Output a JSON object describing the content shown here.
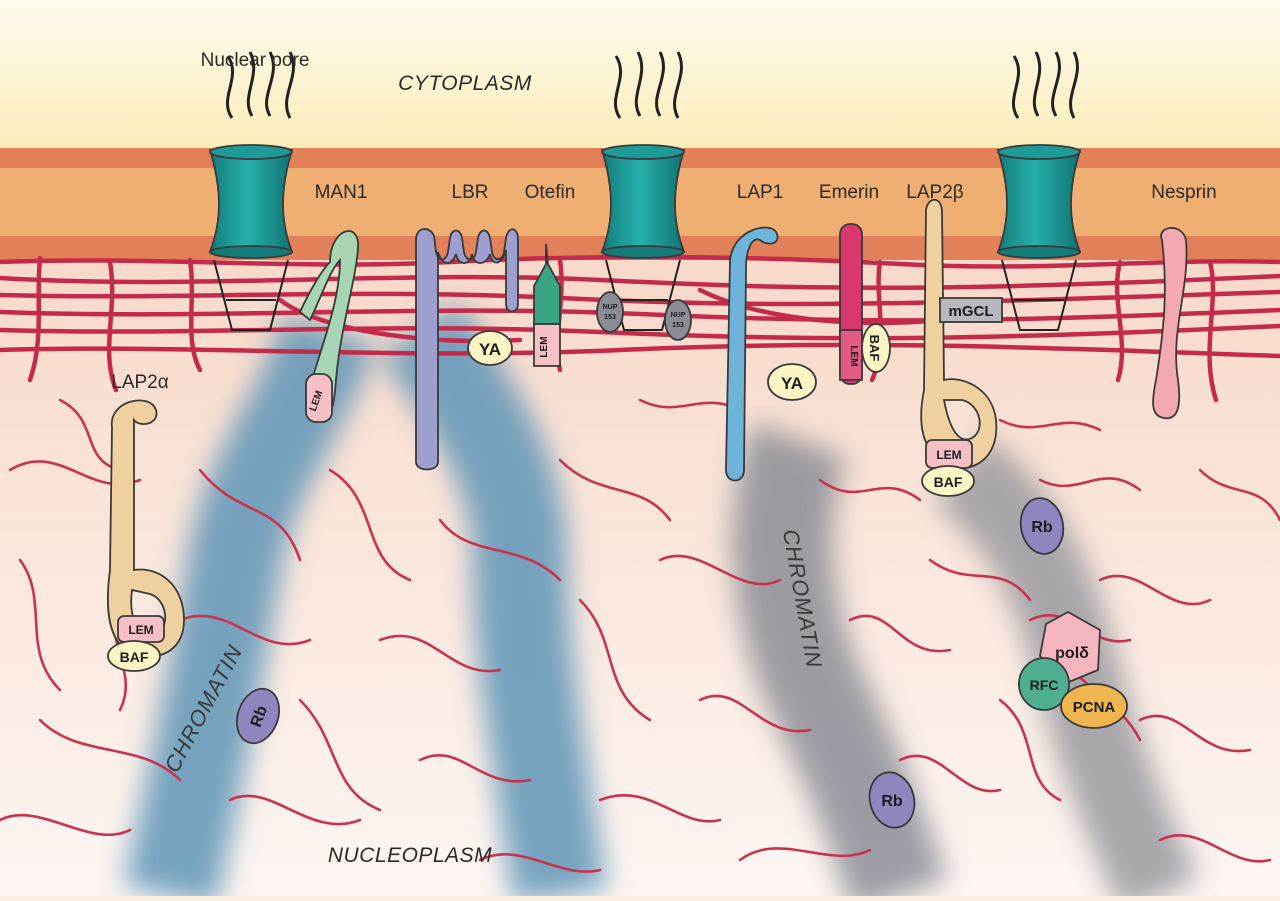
{
  "regions": {
    "cytoplasm": "CYTOPLASM",
    "nucleoplasm": "NUCLEOPLASM",
    "chromatin_left": "CHROMATIN",
    "chromatin_right": "CHROMATIN"
  },
  "labels": {
    "nuclear_pore": "Nuclear pore",
    "man1": "MAN1",
    "lbr": "LBR",
    "otefin": "Otefin",
    "lap1": "LAP1",
    "emerin": "Emerin",
    "lap2b": "LAP2β",
    "nesprin": "Nesprin",
    "lap2a": "LAP2α"
  },
  "tags": {
    "lem": "LEM",
    "ya": "YA",
    "baf": "BAF",
    "rb": "Rb",
    "nup_top": "NUP",
    "nup_bottom": "153",
    "mgcl": "mGCL",
    "pol": "polδ",
    "rfc": "RFC",
    "pcna": "PCNA"
  },
  "colors": {
    "cytoplasm_top": "#fdf6d6",
    "envelope": "#e8a05e",
    "pore": "#1e9a98",
    "lamina": "#c42a4a",
    "chromatin": "#5f95b8",
    "nucleoplasm": "#fbe8dc"
  }
}
